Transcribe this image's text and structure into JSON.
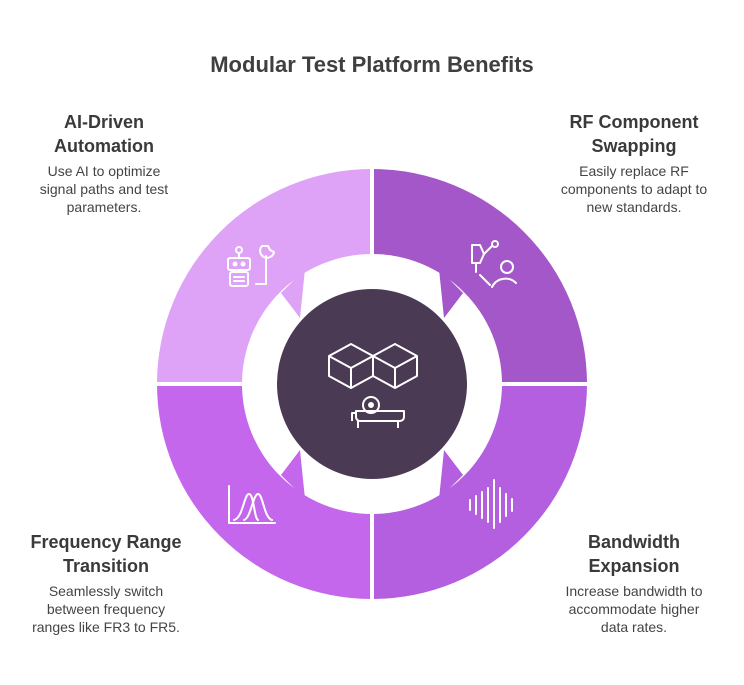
{
  "title": "Modular Test Platform Benefits",
  "colors": {
    "top_left": "#dea2f6",
    "top_right": "#a357c9",
    "bottom_left": "#c467ec",
    "bottom_right": "#b35fe0",
    "center": "#4a3a54",
    "icon_stroke": "#ffffff"
  },
  "segments": [
    {
      "position": "top-left",
      "title": "AI-Driven\nAutomation",
      "description": "Use AI to optimize\nsignal paths and test\nparameters.",
      "icon": "robot-wrench-icon"
    },
    {
      "position": "top-right",
      "title": "RF Component\nSwapping",
      "description": "Easily replace RF\ncomponents to adapt to\nnew standards.",
      "icon": "person-swap-component-icon"
    },
    {
      "position": "bottom-left",
      "title": "Frequency Range\nTransition",
      "description": "Seamlessly switch\nbetween frequency\nranges like FR3 to FR5.",
      "icon": "frequency-curves-icon"
    },
    {
      "position": "bottom-right",
      "title": "Bandwidth\nExpansion",
      "description": "Increase bandwidth to\naccommodate higher\ndata rates.",
      "icon": "waveform-bars-icon"
    }
  ],
  "center": {
    "icon": "modular-cubes-platform-icon"
  }
}
